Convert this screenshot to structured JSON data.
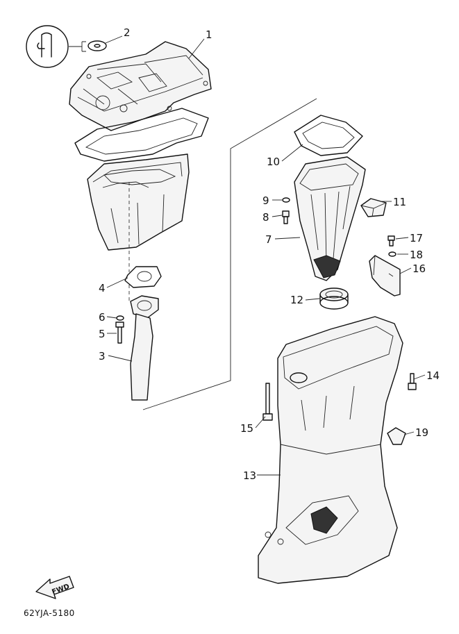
{
  "diagram": {
    "code": "62YJA-5180",
    "fwd_label": "FWD",
    "callouts": [
      {
        "id": "1",
        "label": "1"
      },
      {
        "id": "2",
        "label": "2"
      },
      {
        "id": "3",
        "label": "3"
      },
      {
        "id": "4",
        "label": "4"
      },
      {
        "id": "5",
        "label": "5"
      },
      {
        "id": "6",
        "label": "6"
      },
      {
        "id": "7",
        "label": "7"
      },
      {
        "id": "8",
        "label": "8"
      },
      {
        "id": "9",
        "label": "9"
      },
      {
        "id": "10",
        "label": "10"
      },
      {
        "id": "11",
        "label": "11"
      },
      {
        "id": "12",
        "label": "12"
      },
      {
        "id": "13",
        "label": "13"
      },
      {
        "id": "14",
        "label": "14"
      },
      {
        "id": "15",
        "label": "15"
      },
      {
        "id": "16",
        "label": "16"
      },
      {
        "id": "17",
        "label": "17"
      },
      {
        "id": "18",
        "label": "18"
      },
      {
        "id": "19",
        "label": "19"
      }
    ]
  }
}
